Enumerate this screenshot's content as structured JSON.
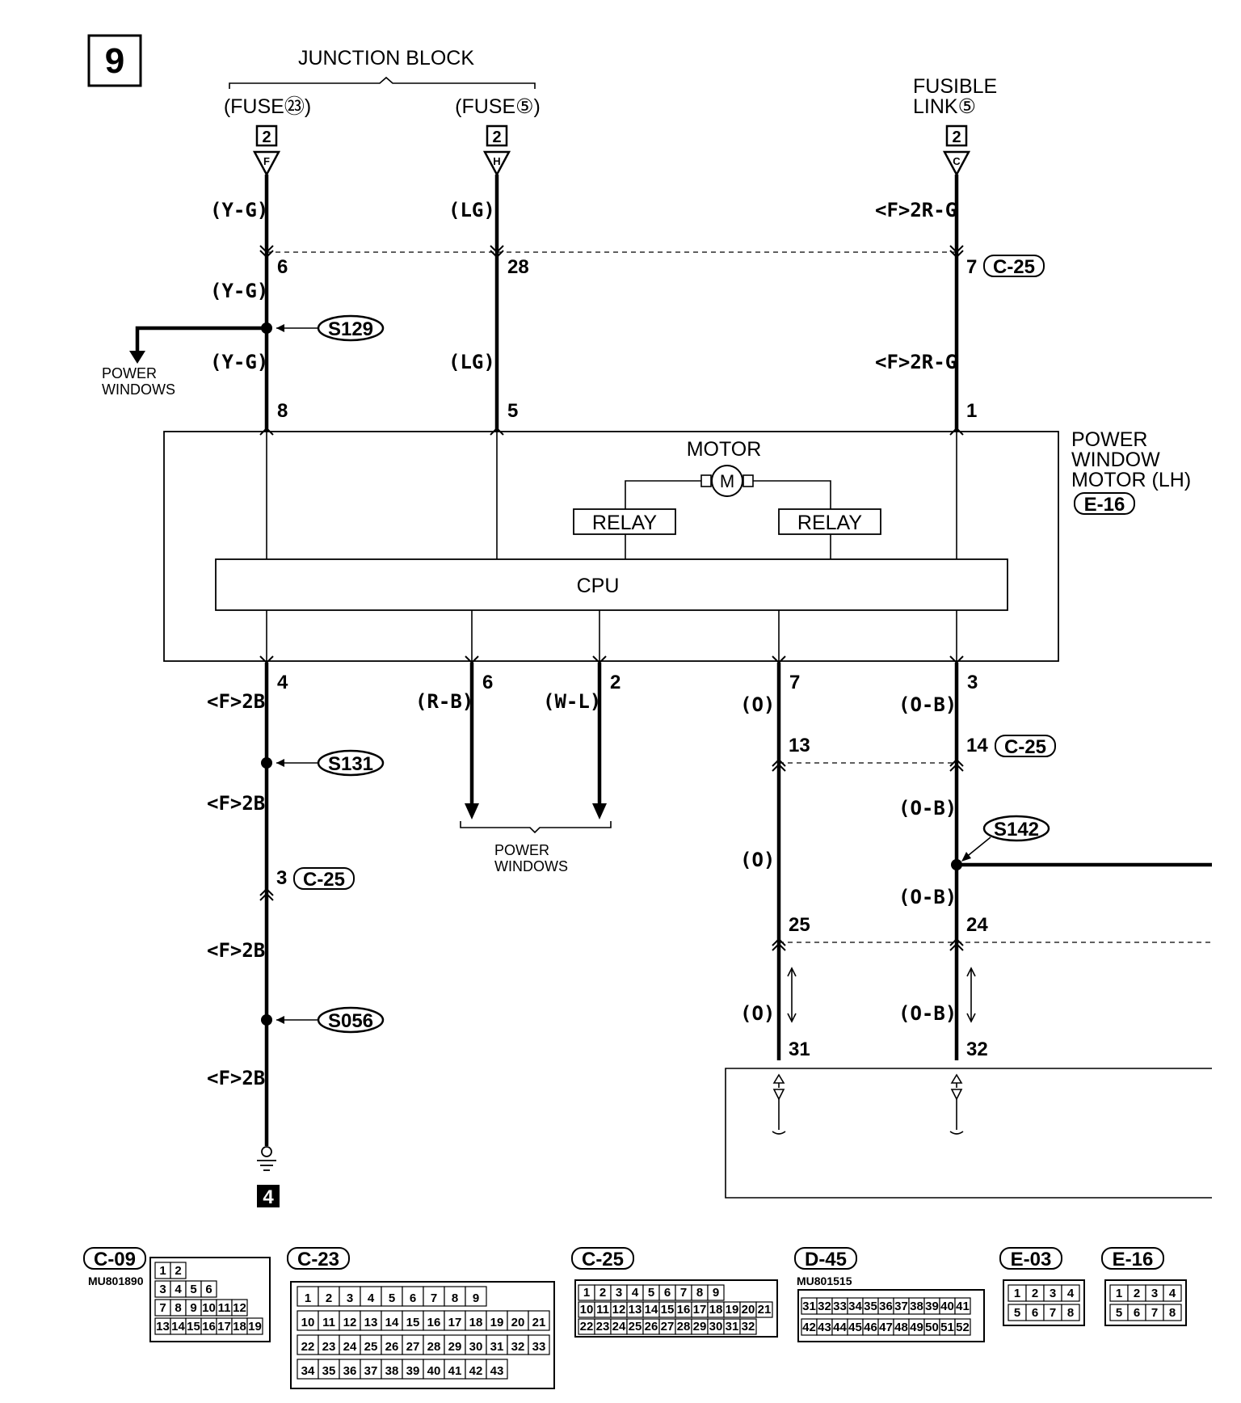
{
  "page_number": "9",
  "ground_ref": "4",
  "junction_block": {
    "title": "JUNCTION BLOCK",
    "fuse23": "(FUSE㉓)",
    "fuse5": "(FUSE⑤)"
  },
  "fusible_link": {
    "line1": "FUSIBLE",
    "line2": "LINK⑤"
  },
  "terminals": {
    "f": "2",
    "h": "2",
    "c": "2",
    "f_letter": "F",
    "h_letter": "H",
    "c_letter": "C"
  },
  "wires": {
    "yg": "(Y-G)",
    "lg": "(LG)",
    "f2rg": "<F>2R-G",
    "f2b": "<F>2B",
    "rb": "(R-B)",
    "wl": "(W-L)",
    "o": "(O)",
    "ob": "(O-B)"
  },
  "pins": {
    "p6": "6",
    "p28": "28",
    "p7": "7",
    "p8": "8",
    "p5": "5",
    "p1": "1",
    "p4": "4",
    "p6b": "6",
    "p2": "2",
    "p7b": "7",
    "p3": "3",
    "p13": "13",
    "p14": "14",
    "p3b": "3",
    "p25": "25",
    "p24": "24",
    "p31": "31",
    "p32": "32"
  },
  "connector_refs": {
    "c25": "C-25"
  },
  "splices": {
    "s129": "S129",
    "s131": "S131",
    "s056": "S056",
    "s142": "S142"
  },
  "power_windows": {
    "line1": "POWER",
    "line2": "WINDOWS"
  },
  "motor_box": {
    "title1": "POWER",
    "title2": "WINDOW",
    "title3": "MOTOR (LH)",
    "ref": "E-16",
    "motor": "MOTOR",
    "m": "M",
    "relay": "RELAY",
    "cpu": "CPU"
  },
  "connectors": [
    {
      "id": "C-09",
      "part": "MU801890"
    },
    {
      "id": "C-23",
      "part": ""
    },
    {
      "id": "C-25",
      "part": ""
    },
    {
      "id": "D-45",
      "part": "MU801515"
    },
    {
      "id": "E-03",
      "part": ""
    },
    {
      "id": "E-16",
      "part": ""
    }
  ],
  "conn_cells": {
    "c09": [
      [
        "1",
        "2"
      ],
      [
        "3",
        "4",
        "5",
        "6"
      ],
      [
        "7",
        "8",
        "9",
        "10",
        "11",
        "12"
      ],
      [
        "13",
        "14",
        "15",
        "16",
        "17",
        "18",
        "19"
      ]
    ],
    "c23": [
      [
        "1",
        "2",
        "3",
        "4",
        "5",
        "6",
        "7",
        "8",
        "9"
      ],
      [
        "10",
        "11",
        "12",
        "13",
        "14",
        "15",
        "16",
        "17",
        "18",
        "19",
        "20",
        "21"
      ],
      [
        "22",
        "23",
        "24",
        "25",
        "26",
        "27",
        "28",
        "29",
        "30",
        "31",
        "32",
        "33"
      ],
      [
        "34",
        "35",
        "36",
        "37",
        "38",
        "39",
        "40",
        "41",
        "42",
        "43"
      ]
    ],
    "c25": [
      [
        "1",
        "2",
        "3",
        "4",
        "5",
        "6",
        "7",
        "8",
        "9"
      ],
      [
        "10",
        "11",
        "12",
        "13",
        "14",
        "15",
        "16",
        "17",
        "18",
        "19",
        "20",
        "21"
      ],
      [
        "22",
        "23",
        "24",
        "25",
        "26",
        "27",
        "28",
        "29",
        "30",
        "31",
        "32"
      ]
    ],
    "d45": [
      [
        "31",
        "32",
        "33",
        "34",
        "35",
        "36",
        "37",
        "38",
        "39",
        "40",
        "41"
      ],
      [
        "42",
        "43",
        "44",
        "45",
        "46",
        "47",
        "48",
        "49",
        "50",
        "51",
        "52"
      ]
    ],
    "e4": [
      [
        "1",
        "2",
        "3",
        "4"
      ],
      [
        "5",
        "6",
        "7",
        "8"
      ]
    ]
  }
}
